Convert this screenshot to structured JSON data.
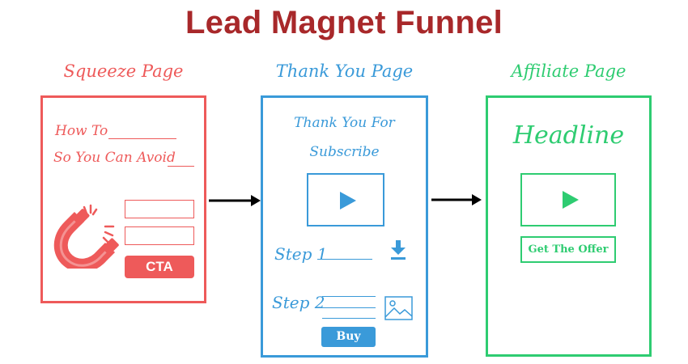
{
  "title": "Lead Magnet Funnel",
  "colors": {
    "title": "#a8282a",
    "squeeze": "#ee5a5a",
    "thank_you": "#3a9ad9",
    "affiliate": "#2ecc71",
    "arrow": "#000000"
  },
  "squeeze": {
    "label": "Squeeze Page",
    "line1": "How To",
    "line2": "So You Can Avoid",
    "icon": "magnet-icon",
    "cta": "CTA"
  },
  "thank_you": {
    "label": "Thank You Page",
    "heading_line1": "Thank You For",
    "heading_line2": "Subscribe",
    "step1": "Step 1",
    "step1_icon": "download-icon",
    "step2": "Step 2",
    "step2_icon": "image-icon",
    "buy": "Buy"
  },
  "affiliate": {
    "label": "Affiliate Page",
    "headline": "Headline",
    "offer": "Get The Offer"
  }
}
